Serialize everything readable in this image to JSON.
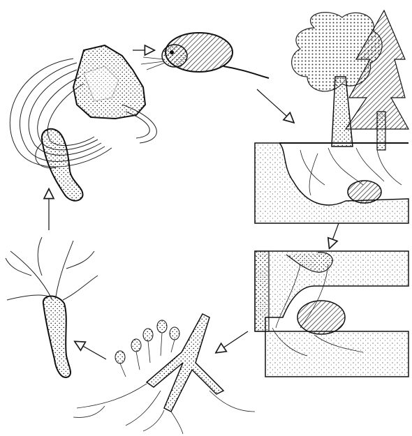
{
  "diagram": {
    "stages": [
      {
        "id": "truffle",
        "icon": "truffle-fruiting-body-icon"
      },
      {
        "id": "vole-eating",
        "icon": "vole-icon"
      },
      {
        "id": "forest-trees",
        "icon": "trees-icon"
      },
      {
        "id": "vole-burrow",
        "icon": "burrow-vole-icon"
      },
      {
        "id": "mycorrhizal-roots",
        "icon": "mycorrhizal-roots-icon"
      },
      {
        "id": "root-tips",
        "icon": "root-tip-icon"
      },
      {
        "id": "fungal-hyphae",
        "icon": "hyphae-icon"
      }
    ],
    "colors": {
      "ink": "#1a1a1a",
      "paper": "#ffffff",
      "stipple": "#444444"
    }
  }
}
